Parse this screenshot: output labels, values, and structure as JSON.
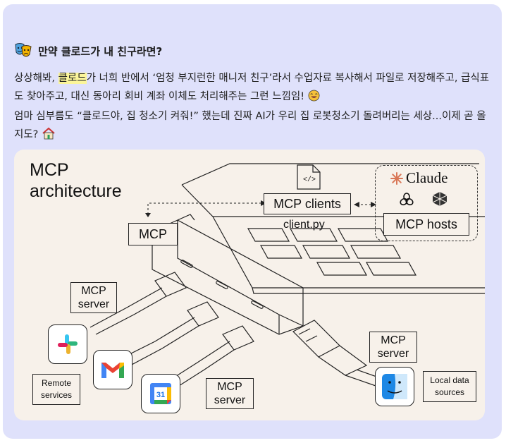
{
  "post": {
    "title": "만약 클로드가 내 친구라면?",
    "para1_a": "상상해봐, ",
    "para1_hl": "클로드",
    "para1_b": "가 너희 반에서 ‘엄청 부지런한 매니저 친구’라서 수업자료 복사해서 파일로 저장해주고, 급식표도 찾아주고, 대신 동아리 회비 계좌 이체도 처리해주는 그런 느낌임!",
    "para2": "엄마 심부름도 “클로드야, 집 청소기 켜줘!” 했는데 진짜 AI가 우리 집 로봇청소기 돌려버리는 세상...이제 곧 올지도?"
  },
  "diagram": {
    "title_line1": "MCP",
    "title_line2": "architecture",
    "mcp_clients": "MCP clients",
    "client_file": "client.py",
    "mcp_hub": "MCP",
    "claude": "Claude",
    "mcp_hosts": "MCP hosts",
    "server_top_1": "MCP",
    "server_top_2": "server",
    "server_bottom_1": "MCP",
    "server_bottom_2": "server",
    "server_right_1": "MCP",
    "server_right_2": "server",
    "remote_1": "Remote",
    "remote_2": "services",
    "local_1": "Local data",
    "local_2": "sources",
    "calendar_day": "31"
  },
  "colors": {
    "card_bg": "#dfe1fb",
    "diagram_bg": "#f7f1ea",
    "highlight": "#fbf59a",
    "claude_orange": "#d97757"
  }
}
